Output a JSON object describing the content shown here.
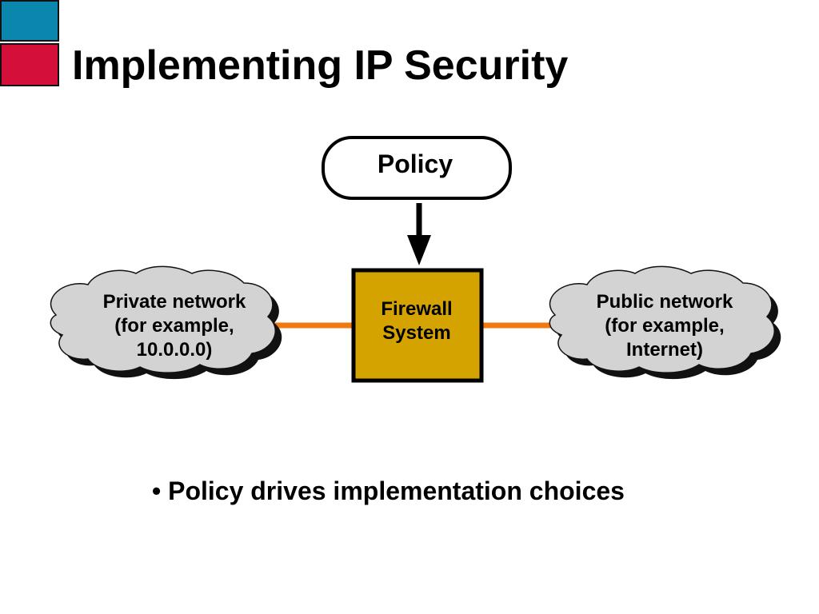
{
  "slide": {
    "title": "Implementing IP Security",
    "bullet_text": "• Policy drives implementation choices"
  },
  "diagram": {
    "policy_label": "Policy",
    "firewall_line1": "Firewall",
    "firewall_line2": "System",
    "private_line1": "Private network",
    "private_line2": "(for example,",
    "private_line3": "10.0.0.0)",
    "public_line1": "Public network",
    "public_line2": "(for example,",
    "public_line3": "Internet)"
  },
  "colors": {
    "corner_blue": "#0b87ad",
    "corner_red": "#d40f3a",
    "firewall_fill": "#d4a300",
    "link_orange": "#f07a10",
    "cloud_fill": "#d3d3d3",
    "cloud_shadow": "#111111"
  }
}
